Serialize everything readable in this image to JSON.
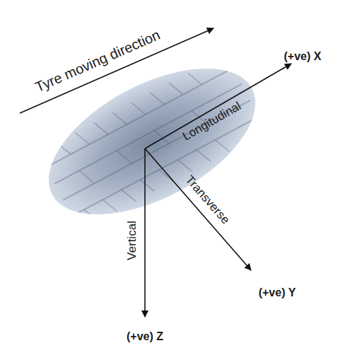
{
  "diagram": {
    "labels": [
      "Tyre moving direction",
      "(+ve) X",
      "Longitudinal",
      "Transverse",
      "Vertical",
      "(+ve) Y",
      "(+ve) Z"
    ]
  }
}
